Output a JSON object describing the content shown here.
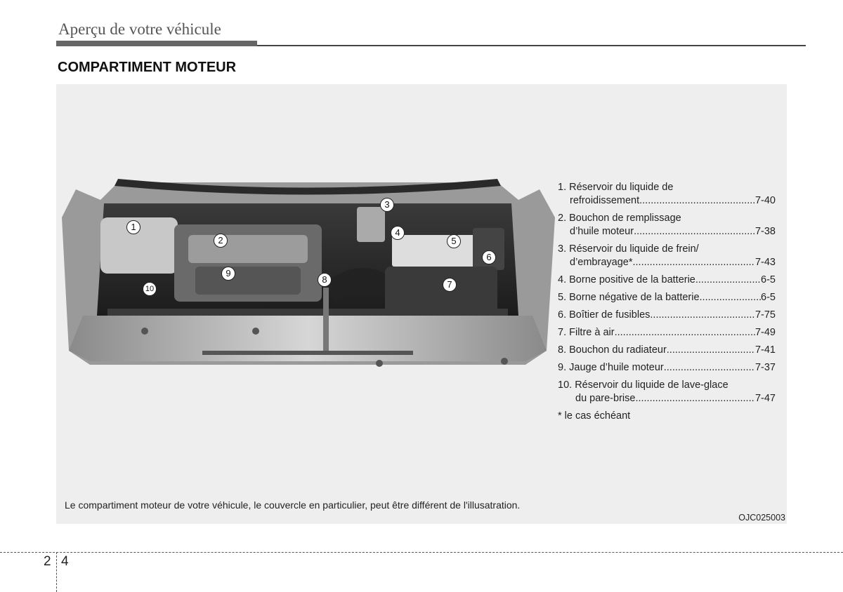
{
  "header": {
    "section": "Aperçu de votre véhicule",
    "title": "COMPARTIMENT MOTEUR"
  },
  "figure": {
    "callouts": [
      "1",
      "2",
      "3",
      "4",
      "5",
      "6",
      "7",
      "8",
      "9",
      "10"
    ],
    "legend": [
      {
        "num": "1.",
        "label": "Réservoir du liquide de",
        "label2": "refroidissement",
        "page": "7-40"
      },
      {
        "num": "2.",
        "label": "Bouchon de remplissage",
        "label2": "d’huile moteur",
        "page": "7-38"
      },
      {
        "num": "3.",
        "label": "Réservoir du liquide de frein/",
        "label2": "d’embrayage*",
        "page": "7-43"
      },
      {
        "num": "4.",
        "label": "Borne positive de la batterie",
        "page": "6-5"
      },
      {
        "num": "5.",
        "label": "Borne négative de la batterie",
        "page": "6-5"
      },
      {
        "num": "6.",
        "label": "Boîtier de fusibles",
        "page": "7-75"
      },
      {
        "num": "7.",
        "label": "Filtre à air",
        "page": "7-49"
      },
      {
        "num": "8.",
        "label": "Bouchon du radiateur",
        "page": "7-41"
      },
      {
        "num": "9.",
        "label": "Jauge d’huile moteur",
        "page": "7-37"
      },
      {
        "num": "10.",
        "label": "Réservoir du liquide de lave-glace",
        "label2": "du pare-brise",
        "page": "7-47"
      }
    ],
    "footnote": "* le cas échéant",
    "note": "Le compartiment moteur de votre véhicule, le couvercle en particulier, peut être différent de l'illusatration.",
    "code": "OJC025003"
  },
  "footer": {
    "chapter": "2",
    "page": "4"
  }
}
